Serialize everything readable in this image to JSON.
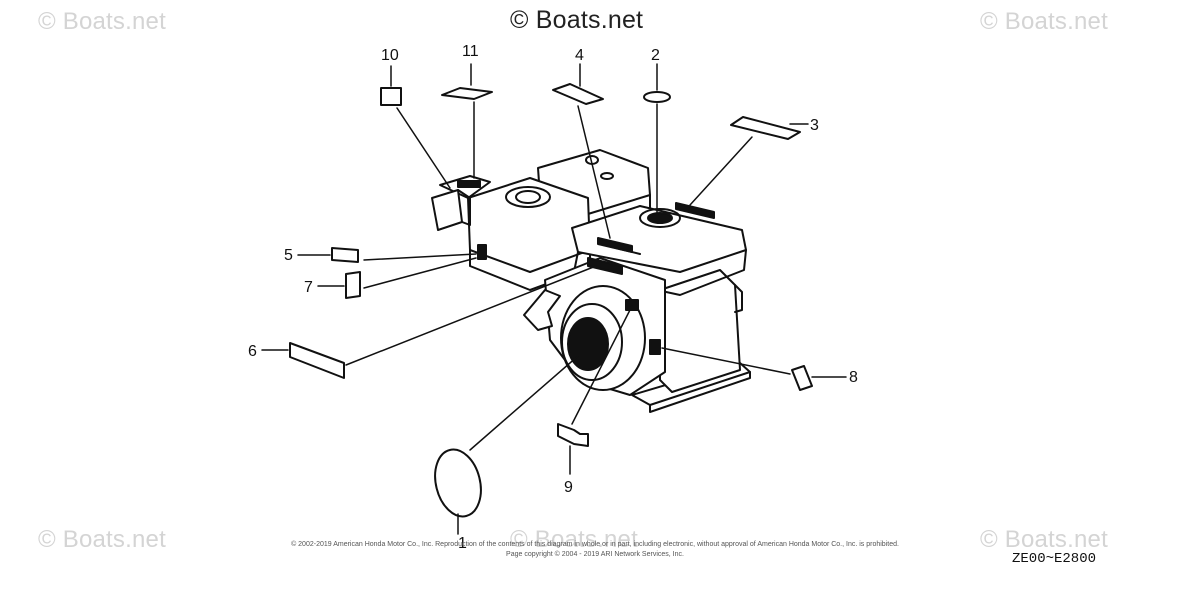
{
  "watermarks": {
    "center": "© Boats.net",
    "corner": "© Boats.net"
  },
  "callouts": [
    "1",
    "2",
    "3",
    "4",
    "5",
    "6",
    "7",
    "8",
    "9",
    "10",
    "11"
  ],
  "copyright": {
    "line1": "© 2002-2019 American Honda Motor Co., Inc. Reproduction of the contents of this diagram in whole or in part, including electronic, without approval of American Honda Motor Co., Inc. is prohibited.",
    "line2": "Page copyright © 2004 - 2019 ARI Network Services, Inc."
  },
  "diagram_code": "ZE00~E2800"
}
